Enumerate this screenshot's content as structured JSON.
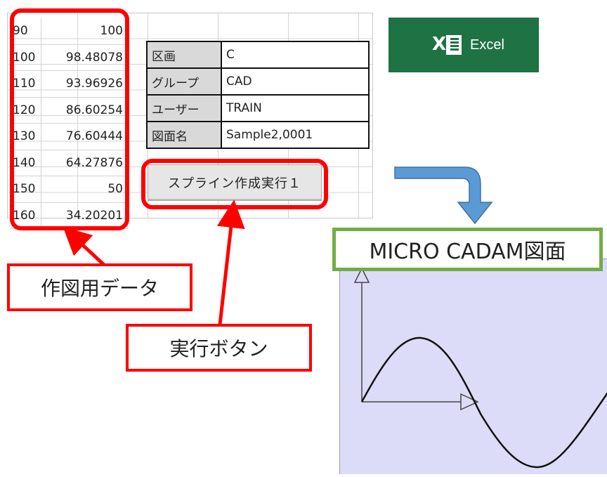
{
  "spreadsheet": {
    "data_rows": [
      {
        "x": "90",
        "y": "100"
      },
      {
        "x": "100",
        "y": "98.48078"
      },
      {
        "x": "110",
        "y": "93.96926"
      },
      {
        "x": "120",
        "y": "86.60254"
      },
      {
        "x": "130",
        "y": "76.60444"
      },
      {
        "x": "140",
        "y": "64.27876"
      },
      {
        "x": "150",
        "y": "50"
      },
      {
        "x": "160",
        "y": "34.20201"
      }
    ],
    "info": [
      {
        "label": "区画",
        "value": "C"
      },
      {
        "label": "グループ",
        "value": "CAD"
      },
      {
        "label": "ユーザー",
        "value": "TRAIN"
      },
      {
        "label": "図面名",
        "value": "Sample2,0001"
      }
    ],
    "exec_button_label": "スプライン作成実行１"
  },
  "callouts": {
    "data_label": "作図用データ",
    "button_label": "実行ボタン"
  },
  "excel_badge": {
    "letter": "X",
    "text": "Excel",
    "color": "#1f7244"
  },
  "cadam": {
    "title": "MICRO CADAM図面",
    "border_color": "#70ad47",
    "canvas_color": "#dcdcf8"
  },
  "colors": {
    "highlight": "#ff0000",
    "arrow_blue": "#5b9bd5"
  }
}
